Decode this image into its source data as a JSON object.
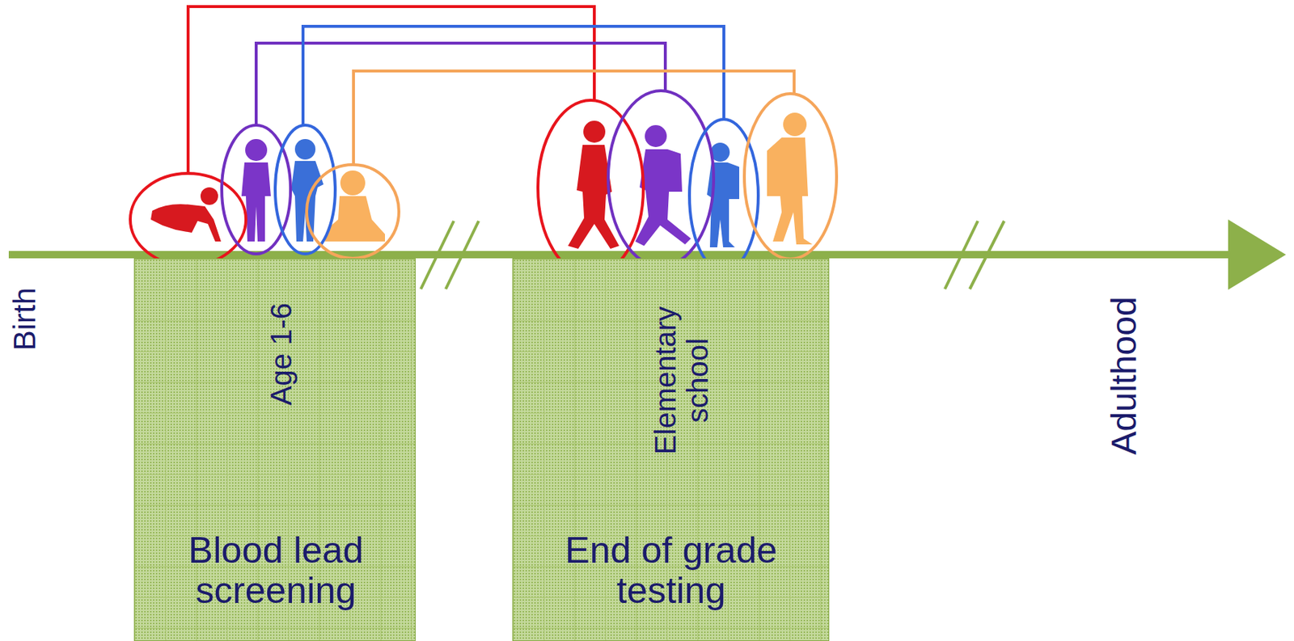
{
  "diagram": {
    "nodes": [
      {
        "text": [
          "Age 1-6",
          "Blood lead screening"
        ]
      },
      {
        "text": [
          "Elementary school",
          "End of grade testing"
        ]
      }
    ],
    "labels": [
      "Birth",
      "Adulthood"
    ]
  }
}
